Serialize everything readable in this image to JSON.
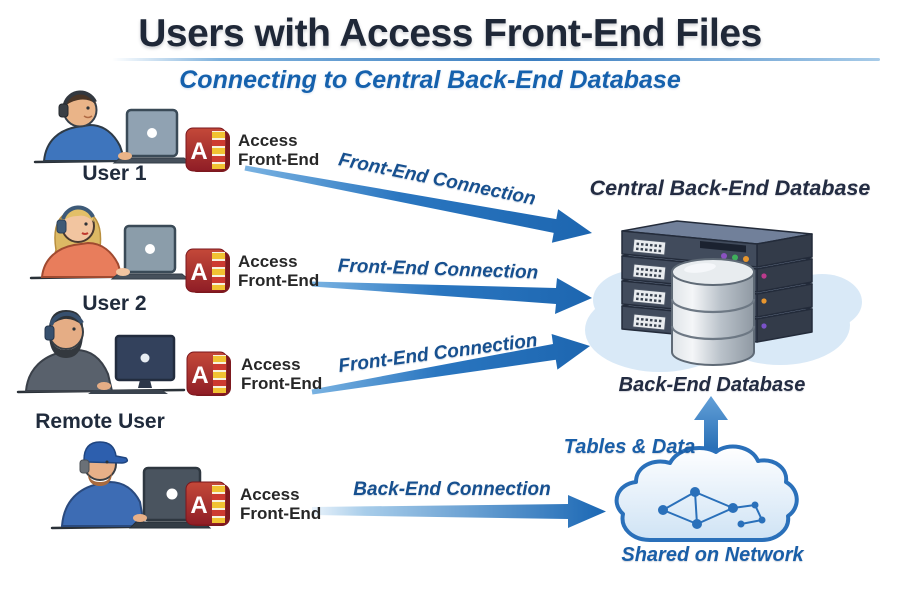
{
  "title": "Users with Access Front-End Files",
  "subtitle": "Connecting to Central Back-End Database",
  "access_icon_letter": "A",
  "users": [
    {
      "label": "User 1",
      "access_line1": "Access",
      "access_line2": "Front-End",
      "connection": "Front-End Connection"
    },
    {
      "label": "User 2",
      "access_line1": "Access",
      "access_line2": "Front-End",
      "connection": "Front-End Connection"
    },
    {
      "label": "Remote User",
      "access_line1": "Access",
      "access_line2": "Front-End",
      "connection": "Front-End Connection"
    },
    {
      "label": "",
      "access_line1": "Access",
      "access_line2": "Front-End",
      "connection": "Back-End Connection"
    }
  ],
  "database": {
    "title": "Central Back-End Database",
    "caption": "Back-End Database"
  },
  "network": {
    "flow_label": "Tables & Data",
    "cloud_label": "Shared on Network"
  },
  "colors": {
    "title": "#1f2838",
    "subtitle": "#1561ad",
    "arrow_blue": "#2a76c0",
    "connection_label": "#17508f",
    "database_label": "#232c42",
    "network_label": "#1a5fa8",
    "access_icon_red": "#a4262c",
    "cloud_fill": "#d9e9f7"
  }
}
